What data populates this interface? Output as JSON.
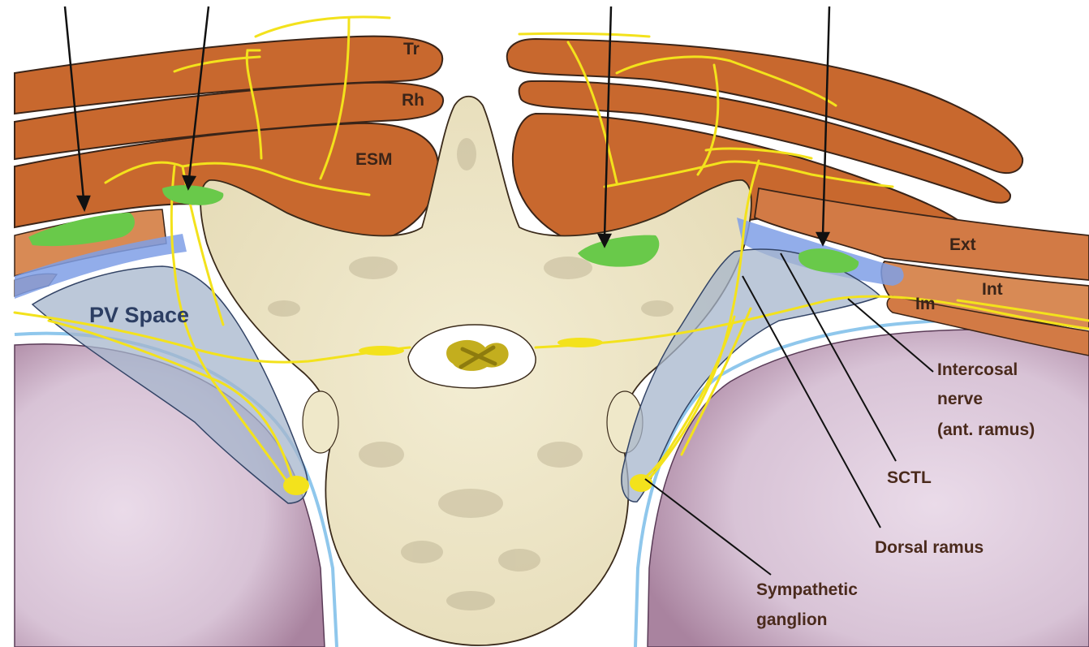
{
  "labels": {
    "tr": "Tr",
    "rh": "Rh",
    "esm": "ESM",
    "ext": "Ext",
    "int": "Int",
    "im": "Im",
    "pv_space": "PV Space",
    "intercostal_line1": "Intercosal",
    "intercostal_line2": "nerve",
    "intercostal_line3": "(ant. ramus)",
    "sctl": "SCTL",
    "dorsal_ramus": "Dorsal ramus",
    "sympathetic_line1": "Sympathetic",
    "sympathetic_line2": "ganglion"
  },
  "colors": {
    "muscle": "#c8682e",
    "muscle_outline": "#3a2418",
    "muscle_light": "#d88a55",
    "bone": "#efe8c9",
    "bone_spot": "#b7ad8f",
    "lung": "#d8c3d6",
    "lung_dark": "#a9839f",
    "pleura": "#8fc7ec",
    "pv_space": "#a6b5cc",
    "nerve": "#f3e21c",
    "injectate": "#69c94a",
    "fascia": "#7f9fe6"
  }
}
